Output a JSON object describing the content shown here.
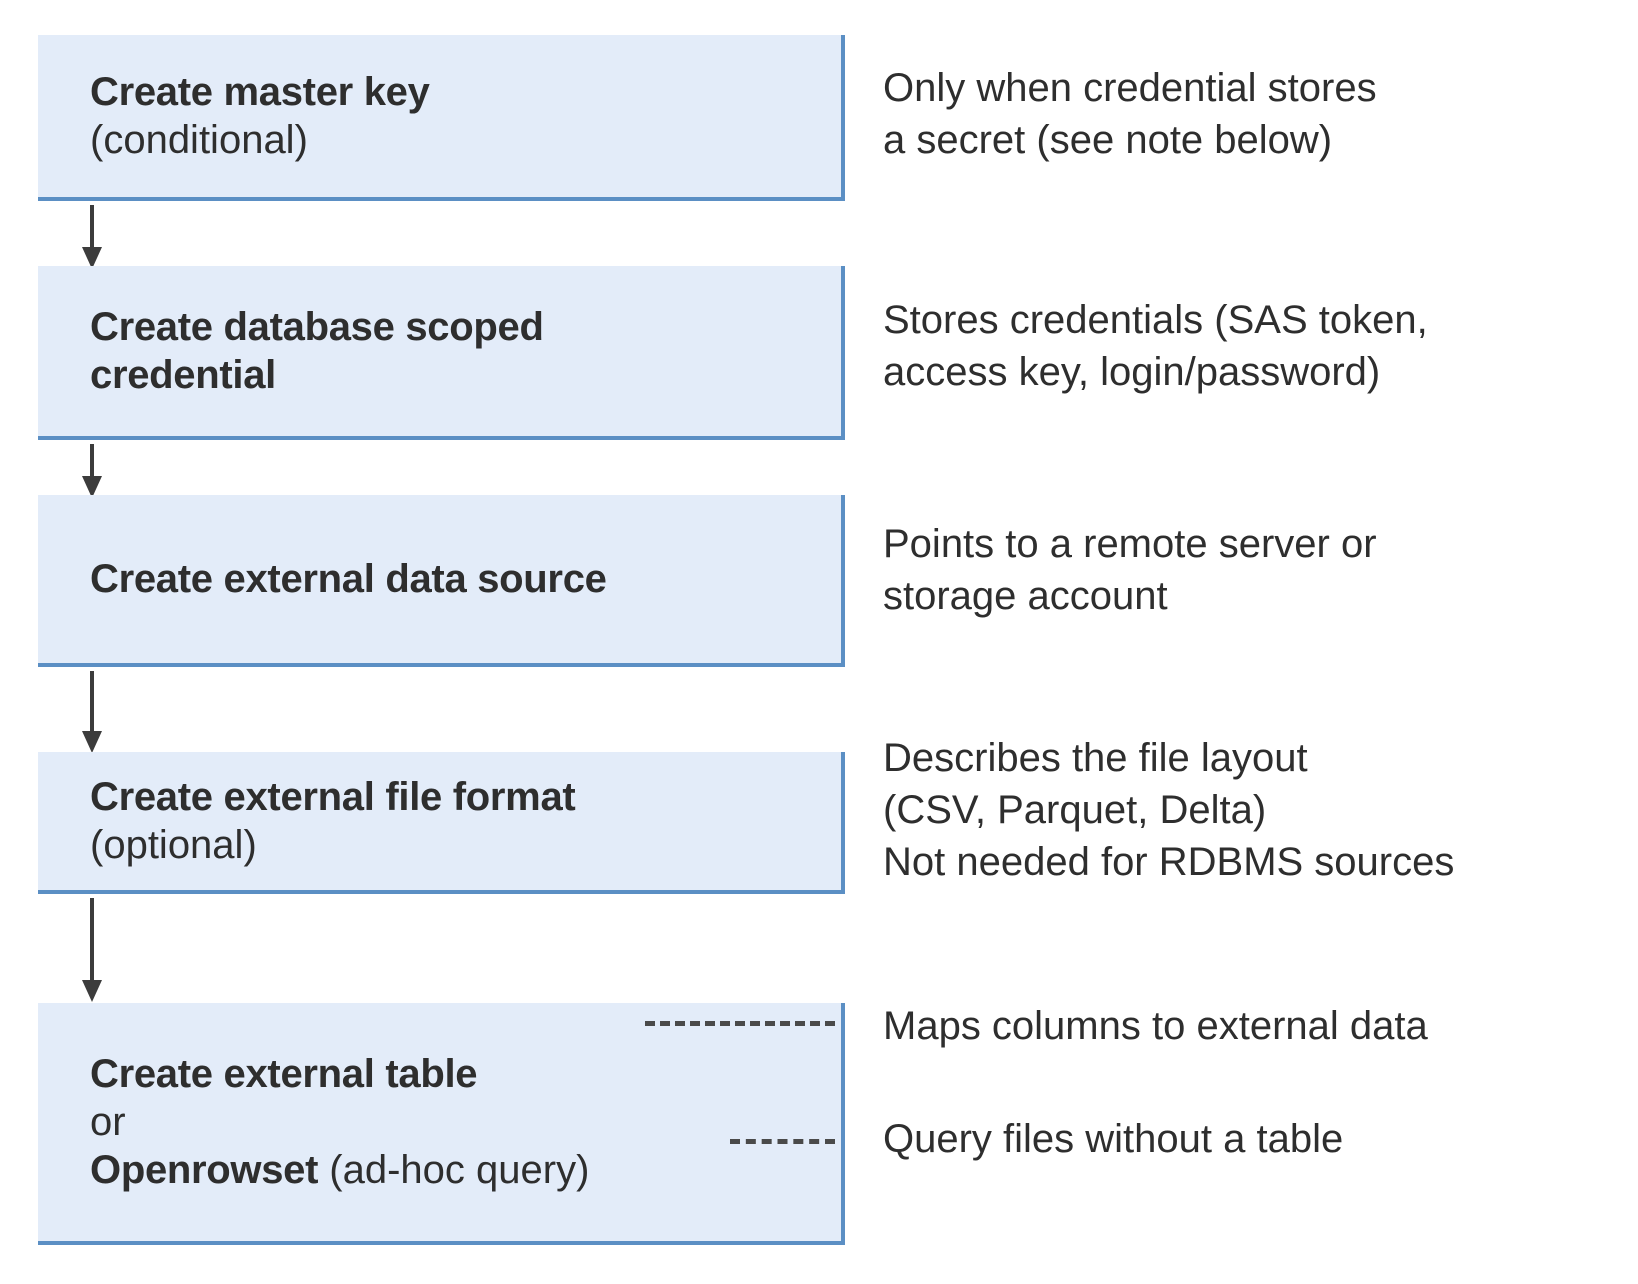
{
  "colors": {
    "box_fill": "#e3ecf9",
    "box_border": "#5b8fc4",
    "arrow": "#3c3c3c",
    "text": "#2e2e2e",
    "background": "#ffffff"
  },
  "steps": [
    {
      "id": "master-key",
      "title": "Create master key",
      "subtitle": "(conditional)",
      "note": "Only when credential stores\na secret (see note below)"
    },
    {
      "id": "scoped-credential",
      "title": "Create database scoped",
      "title_line2": "credential",
      "subtitle": "",
      "note": "Stores credentials (SAS token,\naccess key, login/password)"
    },
    {
      "id": "external-data-source",
      "title": "Create external data source",
      "subtitle": "",
      "note": "Points to a remote server or\nstorage account"
    },
    {
      "id": "external-file-format",
      "title": "Create external file format",
      "subtitle": "(optional)",
      "note": "Describes the file layout\n(CSV, Parquet, Delta)\nNot needed for RDBMS sources"
    },
    {
      "id": "external-table",
      "title": "Create external table",
      "connector_word": "or",
      "alt_title": "Openrowset",
      "alt_suffix": " (ad-hoc query)",
      "note": "Maps columns to external data",
      "alt_note": "Query files without a table"
    }
  ]
}
